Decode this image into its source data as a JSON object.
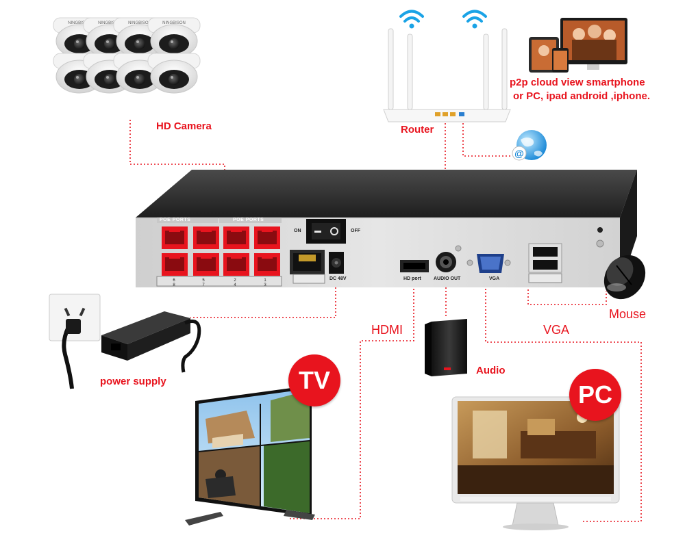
{
  "labels": {
    "hd_camera": "HD Camera",
    "router": "Router",
    "p2p_line1": "p2p cloud  view smartphone",
    "p2p_line2": "or PC, ipad android ,iphone.",
    "hdmi": "HDMI",
    "vga": "VGA",
    "mouse": "Mouse",
    "audio": "Audio",
    "power_supply": "power supply",
    "tv": "TV",
    "pc": "PC"
  },
  "nvr_panel": {
    "poe_ports_left": "POE PORTS",
    "poe_ports_right": "POE PORTS",
    "on": "ON",
    "off": "OFF",
    "dc": "DC 48V",
    "hd_port": "HD port",
    "audio_out": "AUDIO OUT",
    "vga": "VGA",
    "port_numbers_top": [
      "6",
      "5",
      "2",
      "1"
    ],
    "port_numbers_bottom": [
      "8",
      "7",
      "4",
      "3"
    ]
  },
  "camera_brand": "NINGBISON",
  "colors": {
    "accent_red": "#e8141e",
    "wifi_blue": "#1aa3e6",
    "nvr_body": "#2b2b2b",
    "nvr_panel": "#dcdcdc"
  }
}
